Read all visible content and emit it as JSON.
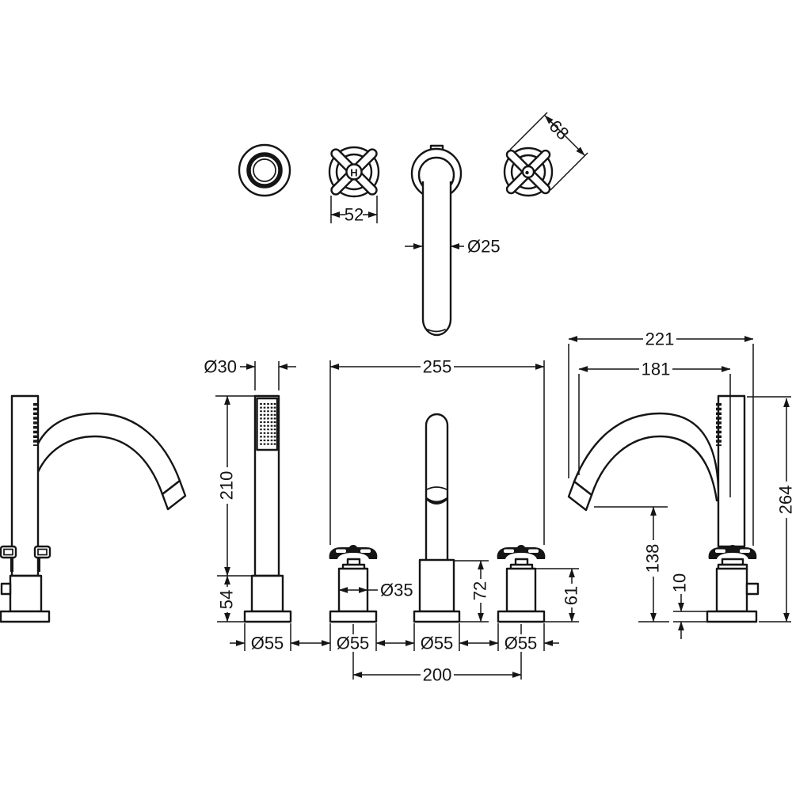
{
  "drawing": {
    "background": "#ffffff",
    "line_color": "#151515",
    "views": {
      "plan_hot_handle": {
        "width_label": "52",
        "hot_marker": "H"
      },
      "plan_cold_handle": {
        "diagonal_label": "68"
      },
      "plan_spout": {
        "tube_dia_label": "Ø25"
      },
      "front": {
        "handshower_dia": "Ø30",
        "overall_width": "255",
        "handshower_height": "210",
        "handshower_base_height": "54",
        "handle_dia": "Ø35",
        "spout_body_height": "72",
        "handle_body_height": "61",
        "base_dias": [
          "Ø55",
          "Ø55",
          "Ø55",
          "Ø55"
        ],
        "handle_centres": "200"
      },
      "side": {
        "overall_depth": "221",
        "spout_reach": "181",
        "overall_height": "264",
        "spout_outlet_height": "138",
        "base_plate_height": "10"
      }
    }
  }
}
